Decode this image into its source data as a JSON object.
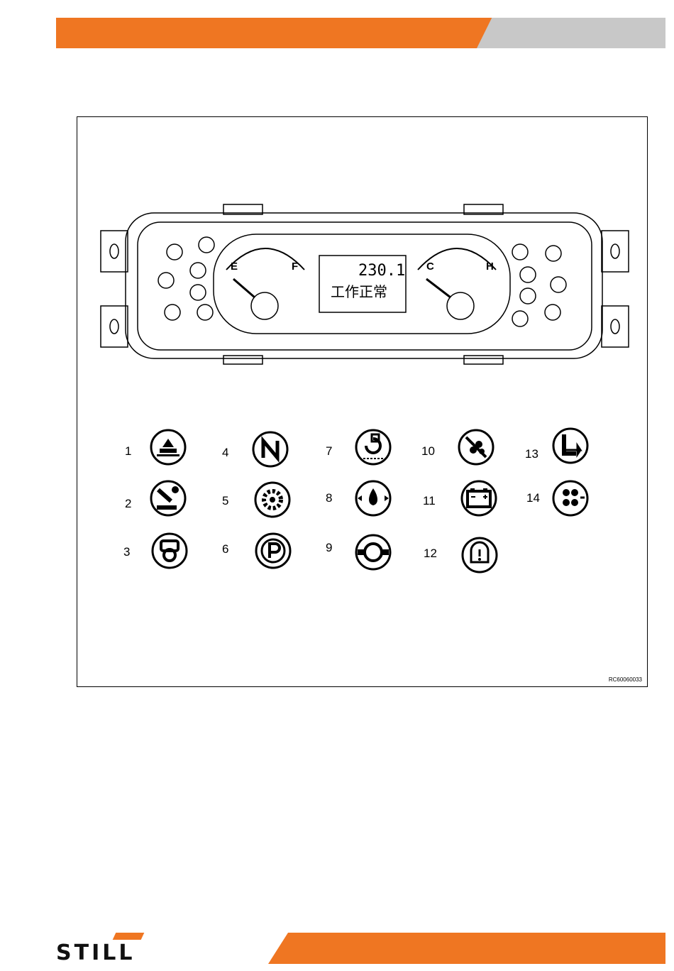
{
  "header": {
    "accent_color": "#ef7622",
    "secondary_color": "#c8c8c8"
  },
  "figure": {
    "code": "RC60060033",
    "gauges": {
      "fuel": {
        "low_label": "E",
        "high_label": "F"
      },
      "temp": {
        "low_label": "C",
        "high_label": "H"
      }
    },
    "display": {
      "value": "230.1",
      "status": "工作正常"
    }
  },
  "legend": [
    {
      "num": "1",
      "icon": "lift-icon"
    },
    {
      "num": "2",
      "icon": "seat-belt-icon"
    },
    {
      "num": "3",
      "icon": "operator-presence-icon"
    },
    {
      "num": "4",
      "icon": "neutral-icon"
    },
    {
      "num": "5",
      "icon": "gear-icon"
    },
    {
      "num": "6",
      "icon": "parking-brake-icon"
    },
    {
      "num": "7",
      "icon": "preheat-icon"
    },
    {
      "num": "8",
      "icon": "oil-pressure-icon"
    },
    {
      "num": "9",
      "icon": "oil-level-icon"
    },
    {
      "num": "10",
      "icon": "filter-clog-icon"
    },
    {
      "num": "11",
      "icon": "battery-icon"
    },
    {
      "num": "12",
      "icon": "brake-warning-icon"
    },
    {
      "num": "13",
      "icon": "fork-tilt-icon"
    },
    {
      "num": "14",
      "icon": "transmission-icon"
    }
  ],
  "footer": {
    "logo_text": "STILL",
    "accent_color": "#ef7622"
  }
}
